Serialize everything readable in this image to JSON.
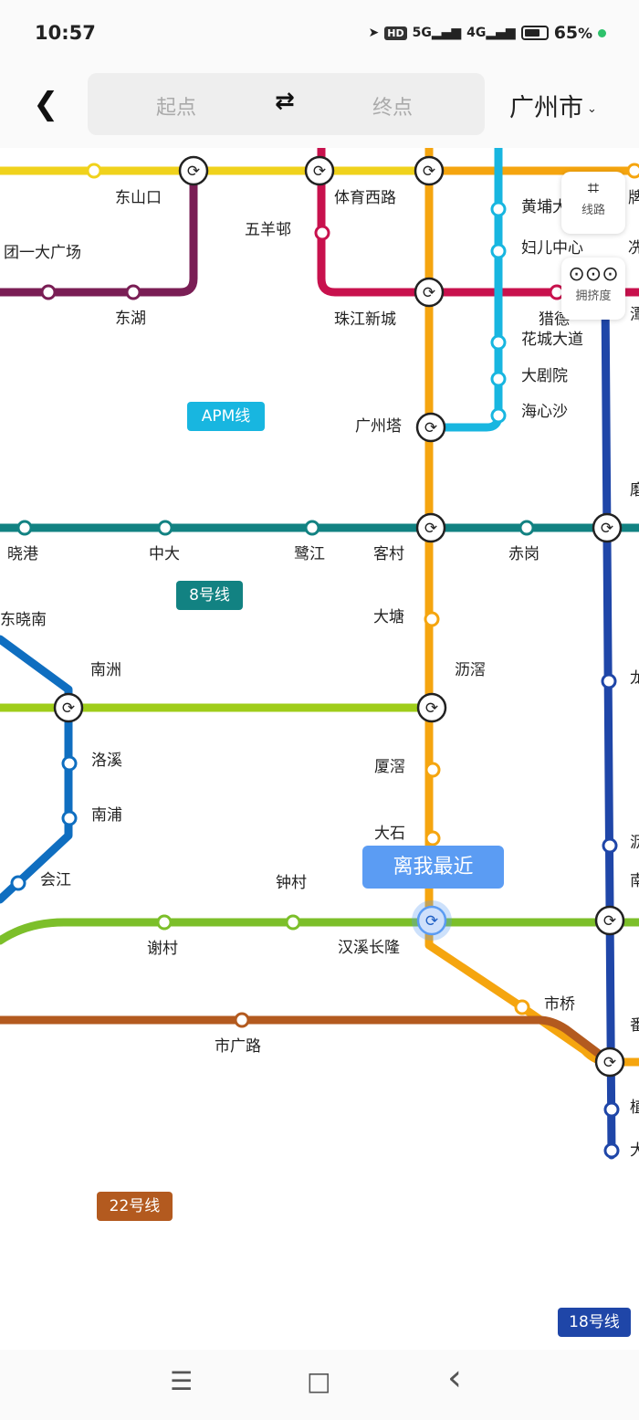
{
  "status_bar": {
    "time": "10:57",
    "hd": "HD",
    "net1": "5G",
    "net2": "4G",
    "battery": "65",
    "battery_unit": "%"
  },
  "header": {
    "back_icon": "chevron-left-icon",
    "start_placeholder": "起点",
    "swap_icon": "swap-arrows-icon",
    "end_placeholder": "终点",
    "city": "广州市"
  },
  "floating_buttons": {
    "routes": "线路",
    "crowding": "拥挤度"
  },
  "line_badges": {
    "apm": "APM线",
    "line8": "8号线",
    "line22": "22号线",
    "line18": "18号线"
  },
  "tooltip": "离我最近",
  "colors": {
    "line1": "#f0d21c",
    "line2": "#f5a50f",
    "line3": "#0f6ec0",
    "line5": "#c8114d",
    "line6": "#7a1e55",
    "apm": "#18b6e0",
    "line8": "#128282",
    "line4": "#9fcd1a",
    "line7": "#7cbf2a",
    "line22": "#b35a1f",
    "line18": "#1f46a8",
    "accent": "#5b9cf3"
  },
  "stations": {
    "dongshankou": "东山口",
    "tiyuxilu": "体育西路",
    "huangpu": "黄埔大",
    "fuerzhongxin": "妇儿中心",
    "tuanyi": "团一大广场",
    "wuyangcun": "五羊邨",
    "donghu": "东湖",
    "zhujiangxincheng": "珠江新城",
    "liede": "猎德",
    "huachengdadao": "花城大道",
    "dajuyuan": "大剧院",
    "haixinsha": "海心沙",
    "guangzhouta": "广州塔",
    "xiaogang": "晓港",
    "zhongda": "中大",
    "lujiang": "鹭江",
    "kecun": "客村",
    "chigang": "赤岗",
    "dongxiaonan": "东晓南",
    "datang": "大塘",
    "nanzhou": "南洲",
    "lijiao": "沥滘",
    "luoxi": "洛溪",
    "xiajiao": "厦滘",
    "nanpu": "南浦",
    "dashi": "大石",
    "huijiang": "会江",
    "zhongcun": "钟村",
    "xiecun": "谢村",
    "hanxichanglong": "汉溪长隆",
    "shiqiao": "市桥",
    "shiguanglu": "市广路",
    "edge_pai": "牌",
    "edge_xian": "冼",
    "edge_tan": "潭",
    "edge_mo": "磨",
    "edge_long": "龙",
    "edge_li": "沥",
    "edge_nan": "南",
    "edge_fan": "番",
    "edge_zhi": "植",
    "edge_da": "大"
  },
  "nav_bar": {
    "menu": "☰",
    "home": "□",
    "back": "‹"
  }
}
